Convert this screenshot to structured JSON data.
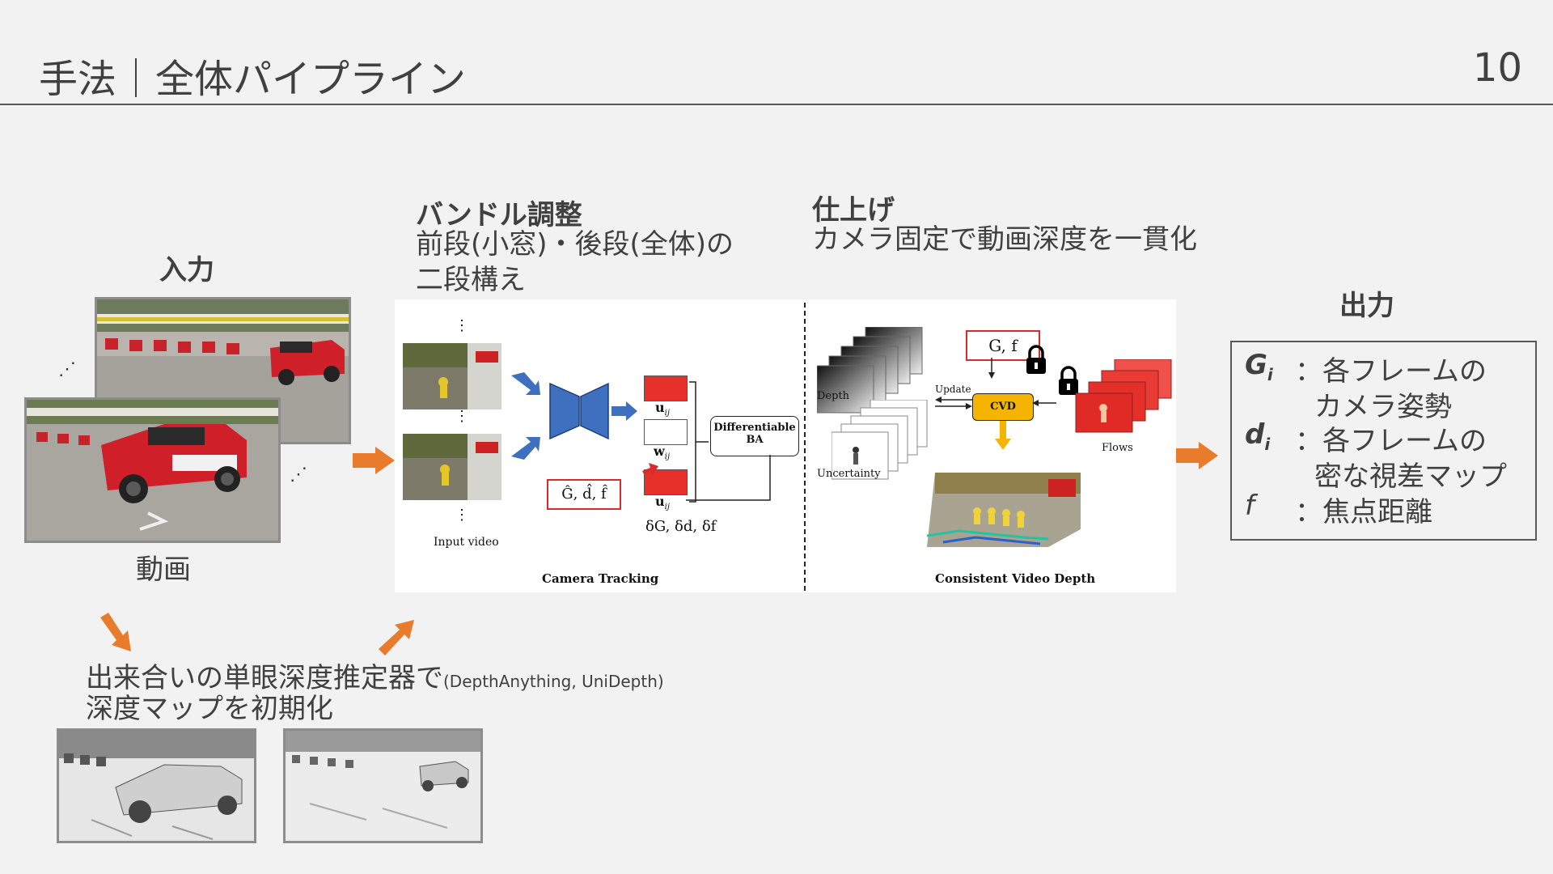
{
  "slide": {
    "title": "手法｜全体パイプライン",
    "page_number": "10"
  },
  "input": {
    "heading": "入力",
    "caption": "動画",
    "dots": "⋰"
  },
  "ba": {
    "heading": "バンドル調整",
    "line1": "前段(小窓)・後段(全体)の",
    "line2": "二段構え"
  },
  "finish": {
    "heading": "仕上げ",
    "line1": "カメラ固定で動画深度を一貫化"
  },
  "output": {
    "heading": "出力",
    "rows": [
      {
        "sym": "G",
        "sub": "i",
        "colon": "：",
        "text": "各フレームの",
        "text2": "カメラ姿勢"
      },
      {
        "sym": "d",
        "sub": "i",
        "colon": "：",
        "text": "各フレームの",
        "text2": "密な視差マップ"
      },
      {
        "sym": "f",
        "sub": "",
        "colon": "：",
        "text": "焦点距離",
        "text2": ""
      }
    ]
  },
  "init": {
    "line1": "出来合いの単眼深度推定器で",
    "models": "(DepthAnything, UniDepth)",
    "line2": "深度マップを初期化"
  },
  "figure": {
    "vdots": "⋮",
    "input_video": "Input video",
    "u_label": "u",
    "w_label": "w",
    "ij": "ij",
    "diff_ba_1": "Differentiable",
    "diff_ba_2": "BA",
    "hat_params": "Ĝ, d̂, f̂",
    "deltas": "δG, δd, δf",
    "camera_tracking": "Camera Tracking",
    "gf_box": "G, f",
    "update": "Update",
    "cvd": "CVD",
    "depth": "Depth",
    "uncertainty": "Uncertainty",
    "flows": "Flows",
    "consistent_video_depth": "Consistent Video Depth"
  },
  "colors": {
    "arrow_orange": "#e87b2c",
    "encoder_blue": "#3f6fbf",
    "cvd_yellow": "#f5b400",
    "box_red": "#d92b2b"
  }
}
